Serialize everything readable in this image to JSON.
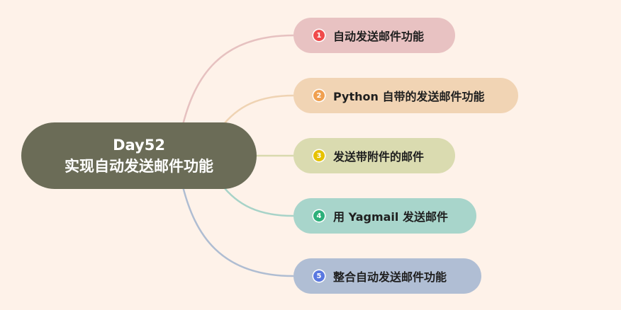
{
  "root": {
    "line1": "Day52",
    "line2": "实现自动发送邮件功能"
  },
  "branches": [
    {
      "num": "1",
      "label": "自动发送邮件功能",
      "color": "#e8c2c2",
      "badge_color": "#f04a4a",
      "line_color": "#e6c1c0"
    },
    {
      "num": "2",
      "label": "Python 自带的发送邮件功能",
      "color": "#f1d4b4",
      "badge_color": "#f0a050",
      "line_color": "#efd3b3"
    },
    {
      "num": "3",
      "label": "发送带附件的邮件",
      "color": "#dadbb0",
      "badge_color": "#e6c200",
      "line_color": "#d9d9ae"
    },
    {
      "num": "4",
      "label": "用 Yagmail 发送邮件",
      "color": "#a8d5cb",
      "badge_color": "#2db07a",
      "line_color": "#a7d3c8"
    },
    {
      "num": "5",
      "label": "整合自动发送邮件功能",
      "color": "#b0bed4",
      "badge_color": "#5a78e0",
      "line_color": "#afbdd2"
    }
  ]
}
